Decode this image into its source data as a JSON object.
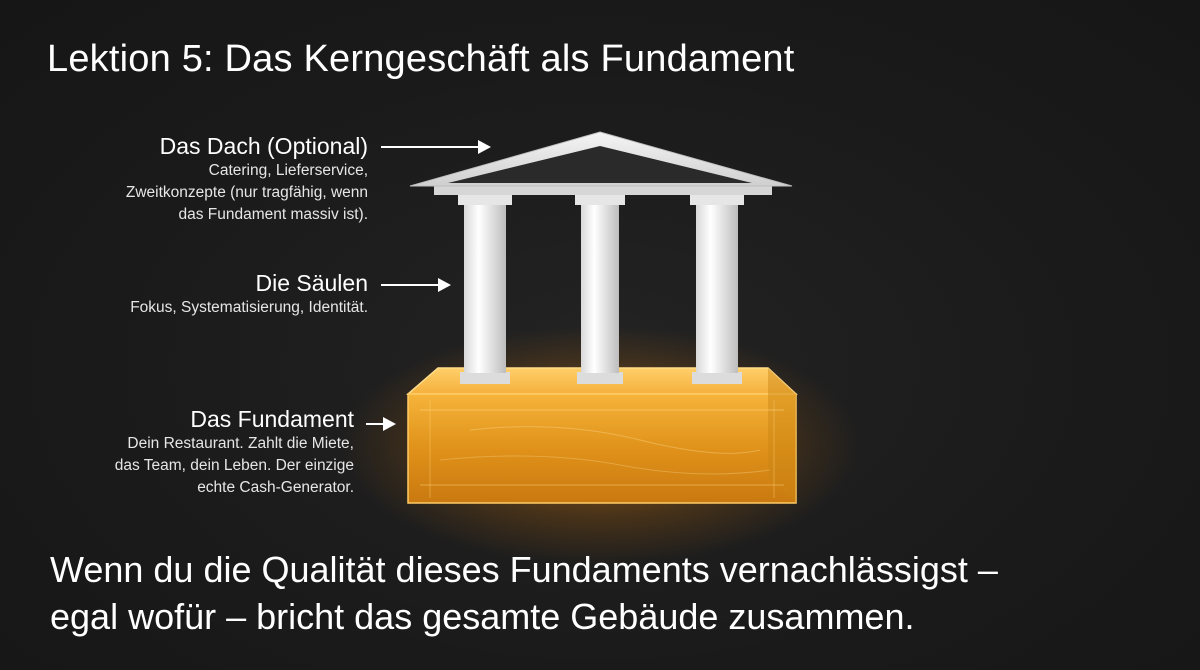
{
  "title": "Lektion 5: Das Kerngeschäft als Fundament",
  "roof": {
    "heading": "Das Dach (Optional)",
    "lines": [
      "Catering, Lieferservice,",
      "Zweitkonzepte (nur tragfähig, wenn",
      "das Fundament massiv ist)."
    ]
  },
  "pillars": {
    "heading": "Die Säulen",
    "lines": [
      "Fokus, Systematisierung, Identität."
    ]
  },
  "foundation": {
    "heading": "Das Fundament",
    "lines": [
      "Dein Restaurant. Zahlt die Miete,",
      "das Team, dein Leben. Der einzige",
      "echte Cash-Generator."
    ]
  },
  "conclusion": {
    "lines": [
      "Wenn du die Qualität dieses Fundaments vernachlässigst –",
      "egal wofür – bricht das gesamte Gebäude zusammen."
    ]
  },
  "colors": {
    "background": "#1b1b1b",
    "foundation_glow": "#ff9a1a",
    "foundation_fill": "#e89a1c",
    "marble": "#f2f2f2"
  }
}
